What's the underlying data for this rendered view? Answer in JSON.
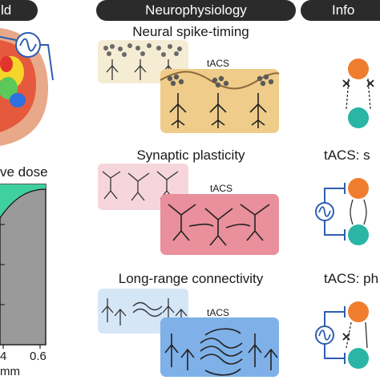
{
  "header": {
    "left_tab": "ld",
    "center_tab": "Neurophysiology",
    "right_tab": "Info"
  },
  "left_panel": {
    "dose_label": "ve dose",
    "tick_labels": [
      "4",
      "0.6"
    ],
    "axis_unit": "mm"
  },
  "center_panel": {
    "sections": [
      {
        "title": "Neural spike-timing",
        "stim_label": "tACS"
      },
      {
        "title": "Synaptic plasticity",
        "stim_label": "tACS"
      },
      {
        "title": "Long-range connectivity",
        "stim_label": "tACS"
      }
    ]
  },
  "right_panel": {
    "titles": [
      "tACS: s",
      "tACS: ph"
    ]
  },
  "colors": {
    "header_bg": "#2b2b2b",
    "spike_light": "#f5ecd4",
    "spike_strong": "#efcc8a",
    "plasticity_light": "#f6d6dc",
    "plasticity_strong": "#ea8f9c",
    "connectivity_light": "#d5e6f7",
    "connectivity_strong": "#7fb0e8",
    "node_orange": "#f07d2e",
    "node_teal": "#2ab5a5",
    "circuit_blue": "#2e5db0",
    "dose_green": "#3fd0a0",
    "dose_gray": "#9a9a9a"
  }
}
